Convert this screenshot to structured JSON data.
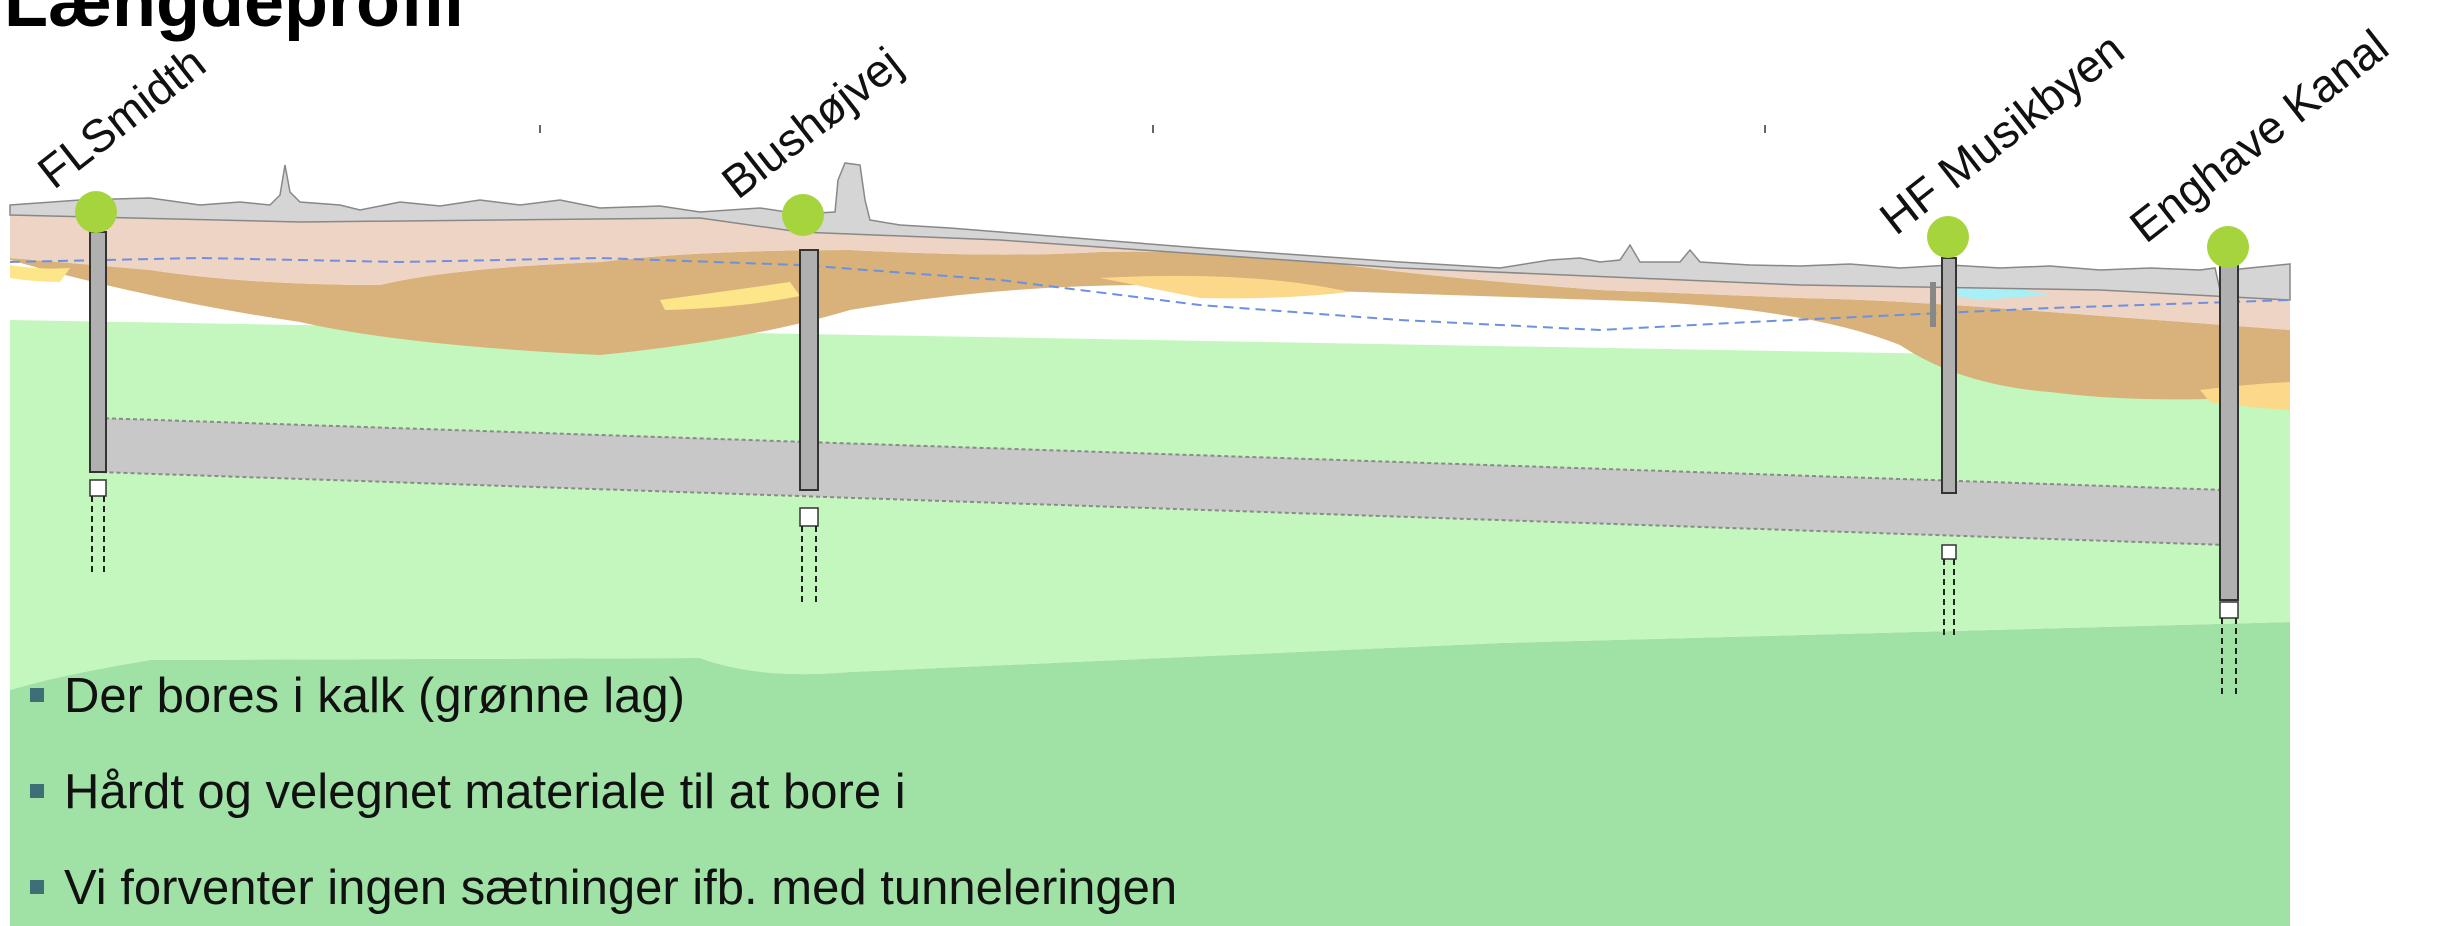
{
  "slide": {
    "title": "Længdeprofil"
  },
  "stations": [
    {
      "name": "FLSmidth"
    },
    {
      "name": "Blushøjvej"
    },
    {
      "name": "HF Musikbyen"
    },
    {
      "name": "Enghave Kanal"
    }
  ],
  "bullets": [
    "Der bores i kalk (grønne lag)",
    "Hårdt og velegnet materiale til at bore i",
    "Vi forventer ingen sætninger ifb. med tunneleringen"
  ],
  "colors": {
    "surface_fill": "#d5d5d5",
    "fill_layer": "#eed4c4",
    "sand_layer": "#fde68a",
    "clay_layer": "#d8b27a",
    "limestone_upper": "#c3f7bd",
    "limestone_lower": "#a0e2a6",
    "tunnel": "#c8c8c8",
    "groundwater_line": "#6f8fe0",
    "station_marker": "#a6d43c",
    "bullet_marker": "#3e6f77"
  }
}
